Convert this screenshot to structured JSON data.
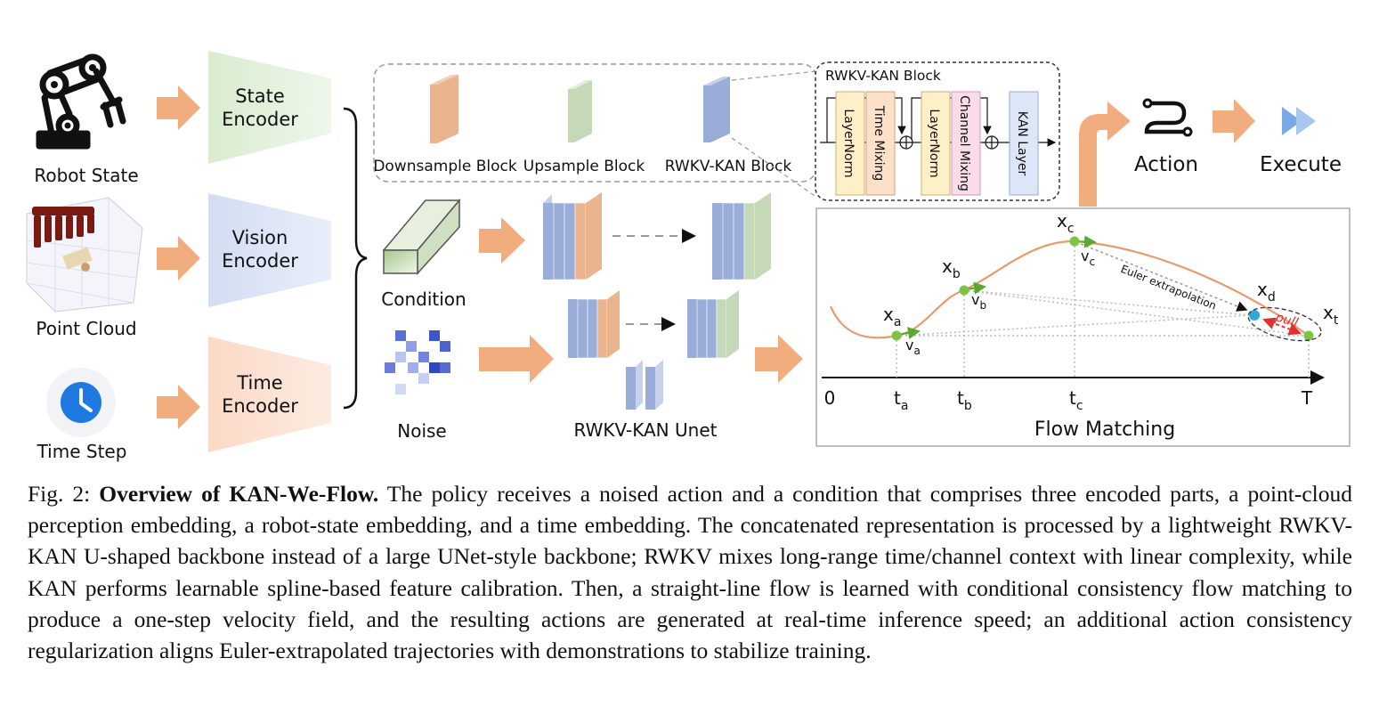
{
  "inputs": {
    "robot_state": "Robot State",
    "point_cloud": "Point Cloud",
    "time_step": "Time Step"
  },
  "encoders": {
    "state": [
      "State",
      "Encoder"
    ],
    "vision": [
      "Vision",
      "Encoder"
    ],
    "time": [
      "Time",
      "Encoder"
    ]
  },
  "legend": {
    "downsample": "Downsample Block",
    "upsample": "Upsample Block",
    "rwkv_kan": "RWKV-KAN  Block"
  },
  "rwkv_block": {
    "title": "RWKV-KAN Block",
    "layers": [
      "LayerNorm",
      "Time Mixing",
      "LayerNorm",
      "Channel Mixing",
      "KAN Layer"
    ]
  },
  "condition": "Condition",
  "noise": "Noise",
  "unet": "RWKV-KAN Unet",
  "action": "Action",
  "execute": "Execute",
  "flow": {
    "title": "Flow Matching",
    "axis_origin": "0",
    "axis_end": "T",
    "annotation": "Euler extrapolation",
    "pull": "pull"
  },
  "colors": {
    "arrow": "#f2ad7e",
    "green": "#e3f1dc",
    "blue": "#dfe6f5",
    "orange": "#fce1d2",
    "curve": "#e99a68",
    "point": "#7cc444",
    "blue_point": "#2ea8e0",
    "pull": "#e03030"
  },
  "icons": [
    "robot-arm-icon",
    "point-cloud-image",
    "clock-icon",
    "action-icon",
    "execute-icon"
  ],
  "caption": {
    "label": "Fig. 2:",
    "title": "Overview of KAN-We-Flow.",
    "text": "The policy receives a noised action and a condition that comprises three encoded parts, a point-cloud perception embedding, a robot-state embedding, and a time embedding. The concatenated representation is processed by a lightweight RWKV-KAN U-shaped backbone instead of a large UNet-style backbone; RWKV mixes long-range time/channel context with linear complexity, while KAN performs learnable spline-based feature calibration. Then, a straight-line flow is learned with conditional consistency flow matching to produce a one-step velocity field, and the resulting actions are generated at real-time inference speed; an additional action consistency regularization aligns Euler-extrapolated trajectories with demonstrations to stabilize training."
  }
}
